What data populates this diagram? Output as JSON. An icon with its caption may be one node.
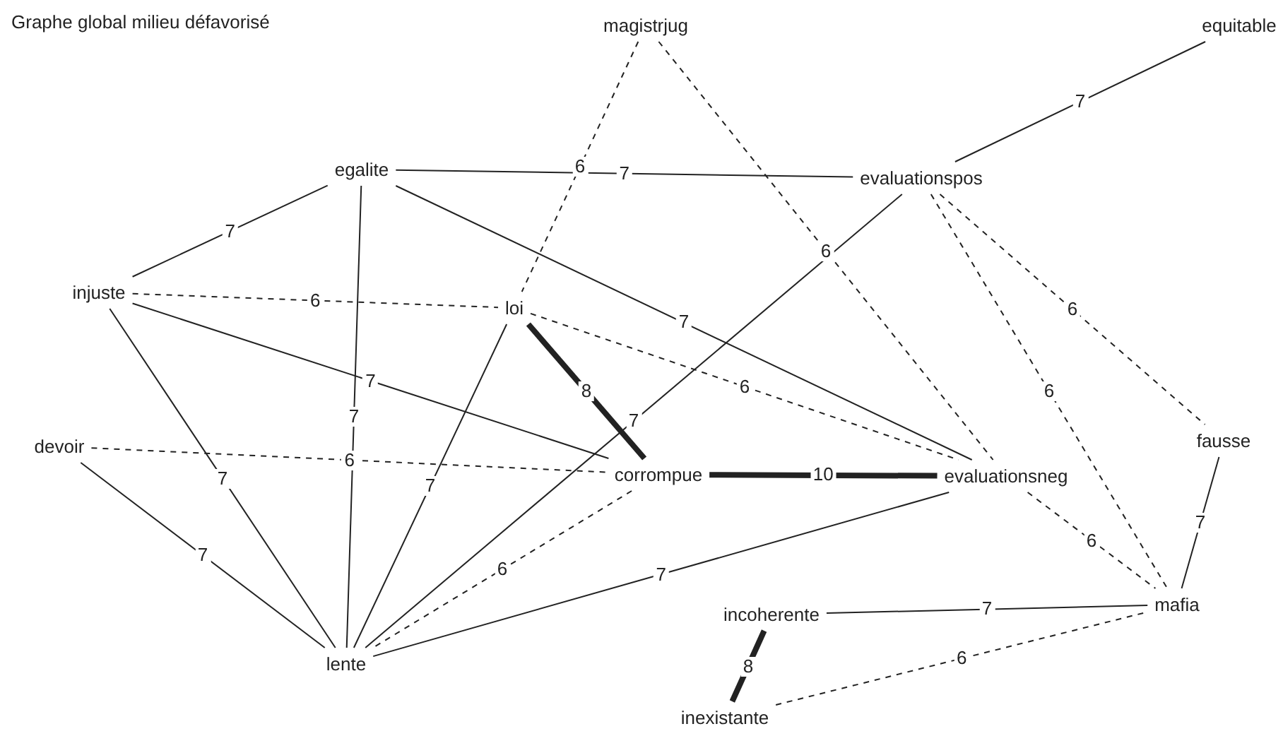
{
  "diagram": {
    "title": "Graphe global milieu défavorisé",
    "nodes": [
      {
        "text": [
          "magistrjug"
        ]
      },
      {
        "text": [
          "equitable"
        ]
      },
      {
        "text": [
          "egalite"
        ]
      },
      {
        "text": [
          "evaluationspos"
        ]
      },
      {
        "text": [
          "injuste"
        ]
      },
      {
        "text": [
          "loi"
        ]
      },
      {
        "text": [
          "fausse"
        ]
      },
      {
        "text": [
          "devoir"
        ]
      },
      {
        "text": [
          "corrompue"
        ]
      },
      {
        "text": [
          "evaluationsneg"
        ]
      },
      {
        "text": [
          "incoherente"
        ]
      },
      {
        "text": [
          "mafia"
        ]
      },
      {
        "text": [
          "lente"
        ]
      },
      {
        "text": [
          "inexistante"
        ]
      }
    ],
    "edges": [
      {
        "from": 0,
        "to": 5,
        "arrow": "none",
        "label": "6",
        "style": "dashed"
      },
      {
        "from": 0,
        "to": 9,
        "arrow": "none",
        "label": "6",
        "style": "dashed"
      },
      {
        "from": 1,
        "to": 3,
        "arrow": "none",
        "label": "7"
      },
      {
        "from": 2,
        "to": 3,
        "arrow": "none",
        "label": "7"
      },
      {
        "from": 2,
        "to": 4,
        "arrow": "none",
        "label": "7"
      },
      {
        "from": 2,
        "to": 12,
        "arrow": "none",
        "label": "7"
      },
      {
        "from": 2,
        "to": 9,
        "arrow": "none",
        "label": "7"
      },
      {
        "from": 4,
        "to": 5,
        "arrow": "none",
        "label": "6",
        "style": "dashed"
      },
      {
        "from": 4,
        "to": 8,
        "arrow": "none",
        "label": "7"
      },
      {
        "from": 4,
        "to": 12,
        "arrow": "none",
        "label": "7"
      },
      {
        "from": 5,
        "to": 8,
        "arrow": "none",
        "label": "8",
        "style": "thick"
      },
      {
        "from": 5,
        "to": 9,
        "arrow": "none",
        "label": "6",
        "style": "dashed"
      },
      {
        "from": 5,
        "to": 12,
        "arrow": "none",
        "label": "7"
      },
      {
        "from": 3,
        "to": 12,
        "arrow": "none",
        "label": "7"
      },
      {
        "from": 3,
        "to": 6,
        "arrow": "none",
        "label": "6",
        "style": "dashed"
      },
      {
        "from": 3,
        "to": 11,
        "arrow": "none",
        "label": "6",
        "style": "dashed"
      },
      {
        "from": 6,
        "to": 11,
        "arrow": "none",
        "label": "7"
      },
      {
        "from": 7,
        "to": 8,
        "arrow": "none",
        "label": "6",
        "style": "dashed"
      },
      {
        "from": 7,
        "to": 12,
        "arrow": "none",
        "label": "7"
      },
      {
        "from": 8,
        "to": 9,
        "arrow": "none",
        "label": "10",
        "style": "thick"
      },
      {
        "from": 8,
        "to": 12,
        "arrow": "none",
        "label": "6",
        "style": "dashed"
      },
      {
        "from": 9,
        "to": 12,
        "arrow": "none",
        "label": "7"
      },
      {
        "from": 9,
        "to": 11,
        "arrow": "none",
        "label": "6",
        "style": "dashed"
      },
      {
        "from": 10,
        "to": 11,
        "arrow": "none",
        "label": "7"
      },
      {
        "from": 10,
        "to": 13,
        "arrow": "none",
        "label": "8",
        "style": "thick"
      },
      {
        "from": 13,
        "to": 11,
        "arrow": "none",
        "label": "6",
        "style": "dashed"
      }
    ]
  }
}
